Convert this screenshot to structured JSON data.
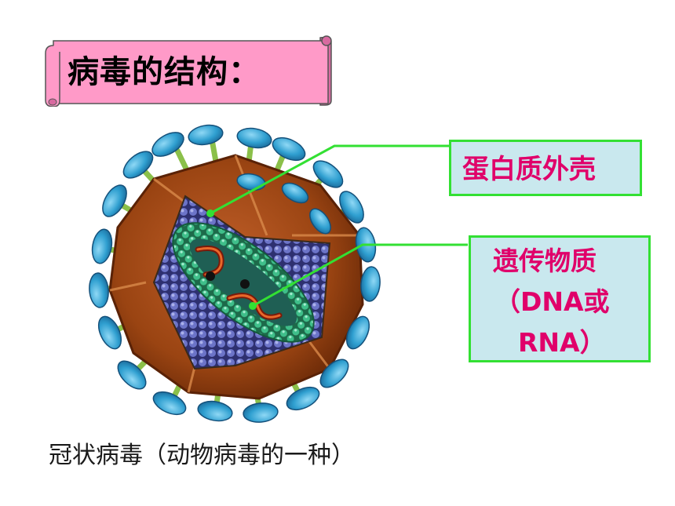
{
  "title": "病毒的结构：",
  "labels": {
    "capsid": "蛋白质外壳",
    "genetic_material_line1": "遗传物质",
    "genetic_material_line2": "（DNA或",
    "genetic_material_line3": "RNA）"
  },
  "caption": "冠状病毒（动物病毒的一种）",
  "colors": {
    "banner_fill": "#ff9ac8",
    "label_box_fill": "#c9e8ee",
    "label_box_border": "#33e033",
    "label_text": "#e0006a",
    "capsid_shell": "#8b3a0e",
    "spike": "#2f9fd0",
    "core_green": "#2fa878",
    "inner_spheres": "#3a3e98"
  },
  "icons": [
    "virus-illustration",
    "leader-line"
  ]
}
